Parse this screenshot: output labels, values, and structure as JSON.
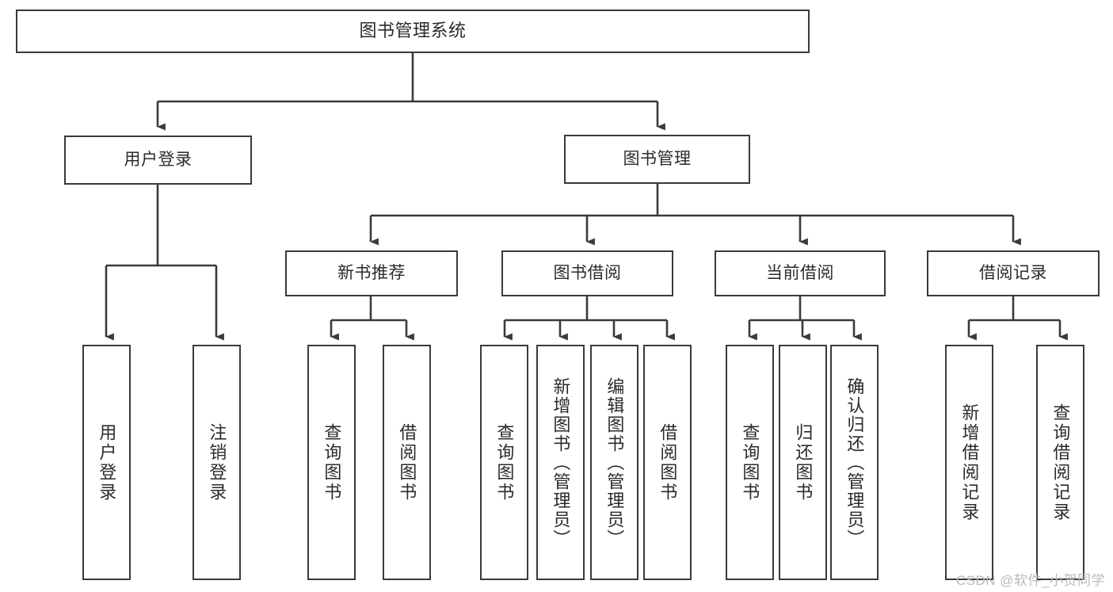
{
  "diagram": {
    "type": "tree-hierarchy",
    "title": "图书管理系统",
    "theme": {
      "line_color": "#3a3a3a",
      "box_fill": "#ffffff",
      "text_color": "#2b2b2b",
      "watermark_color": "#b9b9b9"
    },
    "root": {
      "id": "root",
      "label": "图书管理系统"
    },
    "level2": [
      {
        "id": "user-login",
        "label": "用户登录"
      },
      {
        "id": "book-mgmt",
        "label": "图书管理"
      }
    ],
    "level3": [
      {
        "id": "new-book-rec",
        "label": "新书推荐",
        "parent": "book-mgmt"
      },
      {
        "id": "book-borrow",
        "label": "图书借阅",
        "parent": "book-mgmt"
      },
      {
        "id": "current-borrow",
        "label": "当前借阅",
        "parent": "book-mgmt"
      },
      {
        "id": "borrow-record",
        "label": "借阅记录",
        "parent": "book-mgmt"
      }
    ],
    "leaves": [
      {
        "id": "leaf-user-login",
        "label": "用户登录",
        "parent": "user-login"
      },
      {
        "id": "leaf-logout",
        "label": "注销登录",
        "parent": "user-login"
      },
      {
        "id": "leaf-query-book-1",
        "label": "查询图书",
        "parent": "new-book-rec"
      },
      {
        "id": "leaf-borrow-book-1",
        "label": "借阅图书",
        "parent": "new-book-rec"
      },
      {
        "id": "leaf-query-book-2",
        "label": "查询图书",
        "parent": "book-borrow"
      },
      {
        "id": "leaf-add-book",
        "label": "新增图书（管理员）",
        "parent": "book-borrow"
      },
      {
        "id": "leaf-edit-book",
        "label": "编辑图书（管理员）",
        "parent": "book-borrow"
      },
      {
        "id": "leaf-borrow-book-2",
        "label": "借阅图书",
        "parent": "book-borrow"
      },
      {
        "id": "leaf-query-book-3",
        "label": "查询图书",
        "parent": "current-borrow"
      },
      {
        "id": "leaf-return-book",
        "label": "归还图书",
        "parent": "current-borrow"
      },
      {
        "id": "leaf-confirm-return",
        "label": "确认归还（管理员）",
        "parent": "current-borrow"
      },
      {
        "id": "leaf-add-record",
        "label": "新增借阅记录",
        "parent": "borrow-record"
      },
      {
        "id": "leaf-query-record",
        "label": "查询借阅记录",
        "parent": "borrow-record"
      }
    ],
    "watermark": "CSDN @软件_小贺同学"
  }
}
